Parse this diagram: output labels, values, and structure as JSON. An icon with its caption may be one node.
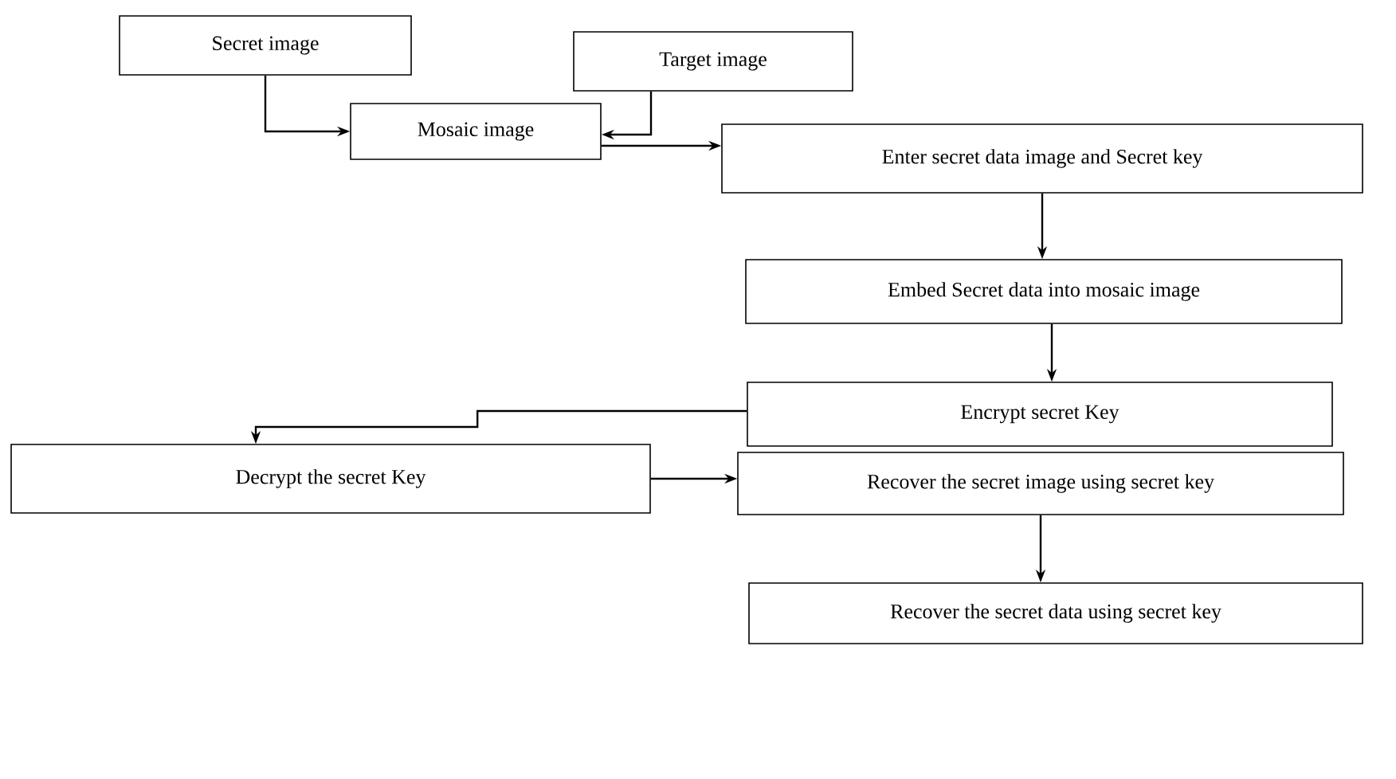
{
  "diagram": {
    "nodes": [
      {
        "text": [
          "Secret  image"
        ]
      },
      {
        "text": [
          "Target image"
        ]
      },
      {
        "text": [
          "Mosaic  image"
        ]
      },
      {
        "text": [
          "Enter secret data image and Secret key"
        ]
      },
      {
        "text": [
          "Embed Secret data into mosaic image"
        ]
      },
      {
        "text": [
          "Encrypt secret Key"
        ]
      },
      {
        "text": [
          "Decrypt the secret Key"
        ]
      },
      {
        "text": [
          "Recover the secret image using secret key"
        ]
      },
      {
        "text": [
          "Recover the secret data  using secret key"
        ]
      }
    ],
    "edges": [
      {
        "from": 0,
        "to": 2,
        "arrow": "to"
      },
      {
        "from": 1,
        "to": 2,
        "arrow": "to"
      },
      {
        "from": 2,
        "to": 3,
        "arrow": "to"
      },
      {
        "from": 3,
        "to": 4,
        "arrow": "to"
      },
      {
        "from": 4,
        "to": 5,
        "arrow": "to"
      },
      {
        "from": 5,
        "to": 6,
        "arrow": "to"
      },
      {
        "from": 6,
        "to": 7,
        "arrow": "to"
      },
      {
        "from": 7,
        "to": 8,
        "arrow": "to"
      }
    ]
  }
}
